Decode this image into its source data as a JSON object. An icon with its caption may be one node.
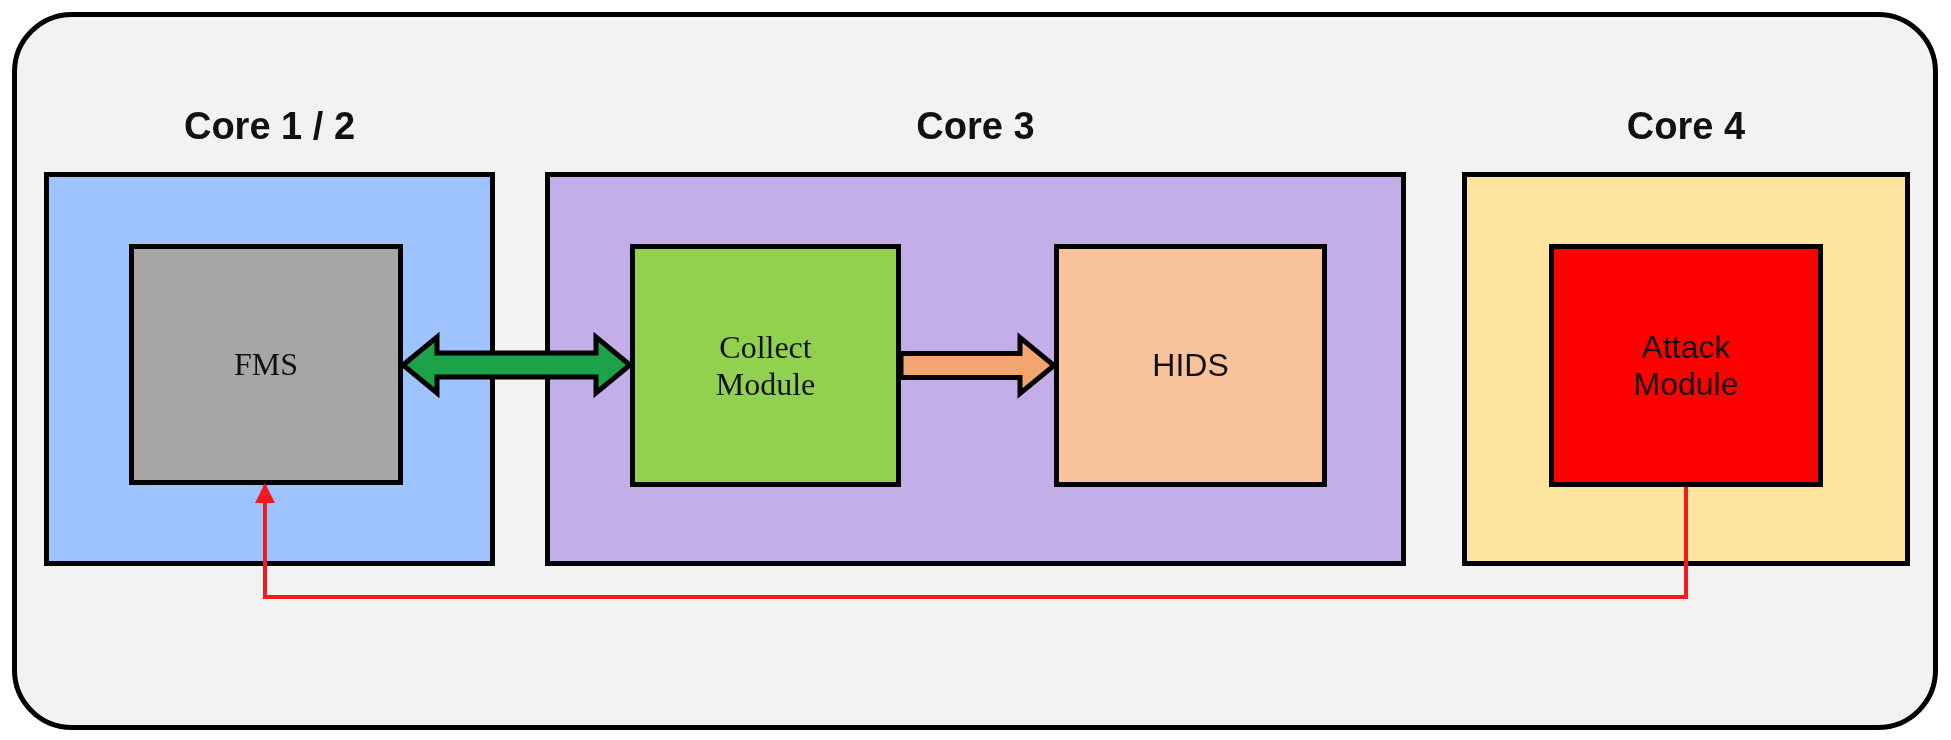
{
  "diagram": {
    "nodes": [
      {
        "text": [],
        "shape": "box"
      },
      {
        "text": [
          "Core 1 / 2"
        ],
        "in": 0
      },
      {
        "text": [
          "Core 3"
        ],
        "in": 0
      },
      {
        "text": [
          "Core 4"
        ],
        "in": 0
      },
      {
        "text": [
          "FMS"
        ],
        "in": 1
      },
      {
        "text": [
          "Collect Module"
        ],
        "in": 2
      },
      {
        "text": [
          "HIDS"
        ],
        "in": 2
      },
      {
        "text": [
          "Attack Module"
        ],
        "in": 3
      }
    ],
    "edges": [
      {
        "from": 4,
        "to": 5,
        "arrow": "both",
        "style": "thick",
        "color": "#1ca34a"
      },
      {
        "from": 5,
        "to": 6,
        "arrow": "to",
        "style": "thick",
        "color": "#f4a46e"
      },
      {
        "from": 7,
        "to": 4,
        "arrow": "to",
        "color": "#ee1c1c"
      }
    ]
  }
}
